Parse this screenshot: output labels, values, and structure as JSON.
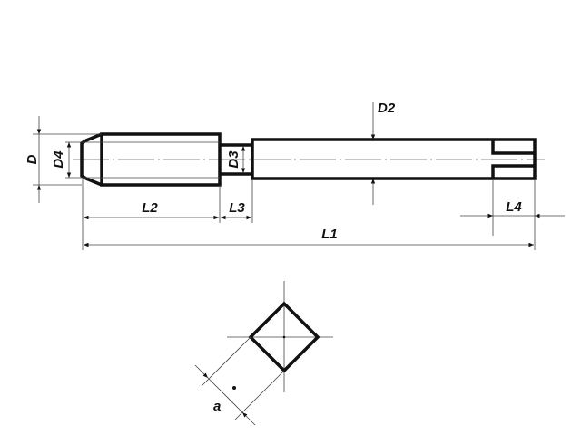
{
  "labels": {
    "D": "D",
    "D2": "D2",
    "D3": "D3",
    "D4": "D4",
    "L1": "L1",
    "L2": "L2",
    "L3": "L3",
    "L4": "L4",
    "a": "a"
  }
}
